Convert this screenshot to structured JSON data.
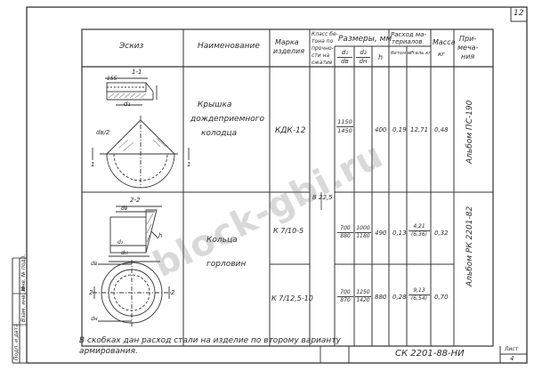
{
  "sheet": {
    "page_number": "12",
    "sheet_label": "Лист",
    "sheet_number": "4",
    "document_code": "СК 2201-88-НИ",
    "footnote_line1": "В скобках дан расход стали на изделие по второму варианту",
    "footnote_line2": "армирования.",
    "side_stamp_1": "Подп. и дата",
    "side_stamp_2": "Взам. инв. №",
    "side_stamp_3": "Инв. № подл."
  },
  "watermark": "block-gbi.ru",
  "table": {
    "headers": {
      "sketch": "Эскиз",
      "name": "Наименование",
      "mark_1": "Марка",
      "mark_2": "изделия",
      "concrete_class": [
        "Класс бе-",
        "тона по",
        "прочно-",
        "сти на",
        "сжатие"
      ],
      "sizes": "Размеры, мм",
      "d_sub_num": "d₁",
      "d_sub_den": "dв",
      "dm_num": "d₂",
      "dm_den": "dн",
      "h": "h",
      "steel_1": "Расход ма-",
      "steel_2": "териалов",
      "concrete_m3": "бетон м³",
      "steel_kg": "сталь кг",
      "mass": "Масса",
      "mass_unit": "кг",
      "notes": [
        "При-",
        "меча-",
        "ния"
      ]
    },
    "rows": [
      {
        "name": [
          "Крышка",
          "дождеприемного",
          "колодца"
        ],
        "mark": "КДК-12",
        "d_num": "1150",
        "d_den": "1450",
        "h": "400",
        "concrete": "0,19",
        "steel": "12,71",
        "mass": "0,48",
        "note": "Альбом ПС-190"
      },
      {
        "name": [
          "Кольца",
          "горловин"
        ],
        "mark": "К 7/10-5",
        "d_num": "700",
        "d_den": "880",
        "dm_num": "1000",
        "dm_den": "1180",
        "h": "490",
        "concrete": "0,13",
        "steel_num": "4,21",
        "steel_den": "(6,36)",
        "mass": "0,32",
        "note": "Альбом РК 2201-82"
      },
      {
        "mark": "К 7/12,5-10",
        "d_num": "700",
        "d_den": "870",
        "dm_num": "1250",
        "dm_den": "1420",
        "h": "880",
        "concrete": "0,28",
        "steel_num": "9,13",
        "steel_den": "(6,54)",
        "mass": "0,70"
      }
    ],
    "concrete_class_shared": "В 22,5"
  },
  "sketch_labels": {
    "section_1": "1-1",
    "section_2": "2-2",
    "dim_155": "155",
    "d1": "d₁",
    "dv_half": "dв/2",
    "mark_1": "1",
    "dv": "dв",
    "dn": "dн",
    "d2": "d₂",
    "h": "h",
    "mark_2": "2"
  }
}
